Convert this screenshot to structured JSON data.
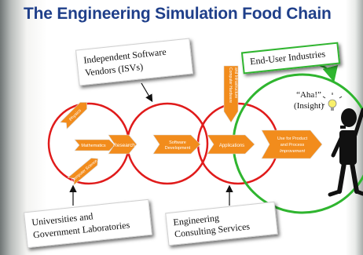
{
  "title": "The Engineering Simulation Food Chain",
  "labels": {
    "isv_line1": "Independent Software",
    "isv_line2": "Vendors (ISVs)",
    "end_user": "End-User Industries",
    "universities_line1": "Universities and",
    "universities_line2": "Government Laboratories",
    "consulting_line1": "Engineering",
    "consulting_line2": "Consulting Services",
    "aha": "“Aha!”",
    "insight": "(Insight)"
  },
  "chevrons": {
    "physics": "Physics",
    "mathematics": "Mathematics",
    "computer_science": "Computer Science",
    "research": "Research",
    "software_development_line1": "Software",
    "software_development_line2": "Development",
    "applications": "Applications",
    "vertical_line1": "Computer Hardware",
    "vertical_line2": "and Infrastructure",
    "use_line1": "Use for Product",
    "use_line2": "and Process",
    "use_line3": "Improvement"
  },
  "colors": {
    "title": "#1f3f8a",
    "circle_red": "#e01b1b",
    "circle_green": "#2fb52f",
    "chevron": "#f28c1c",
    "chevron_text": "#ffffff"
  },
  "icons": [
    "lightbulb-icon",
    "stick-figure-icon"
  ]
}
